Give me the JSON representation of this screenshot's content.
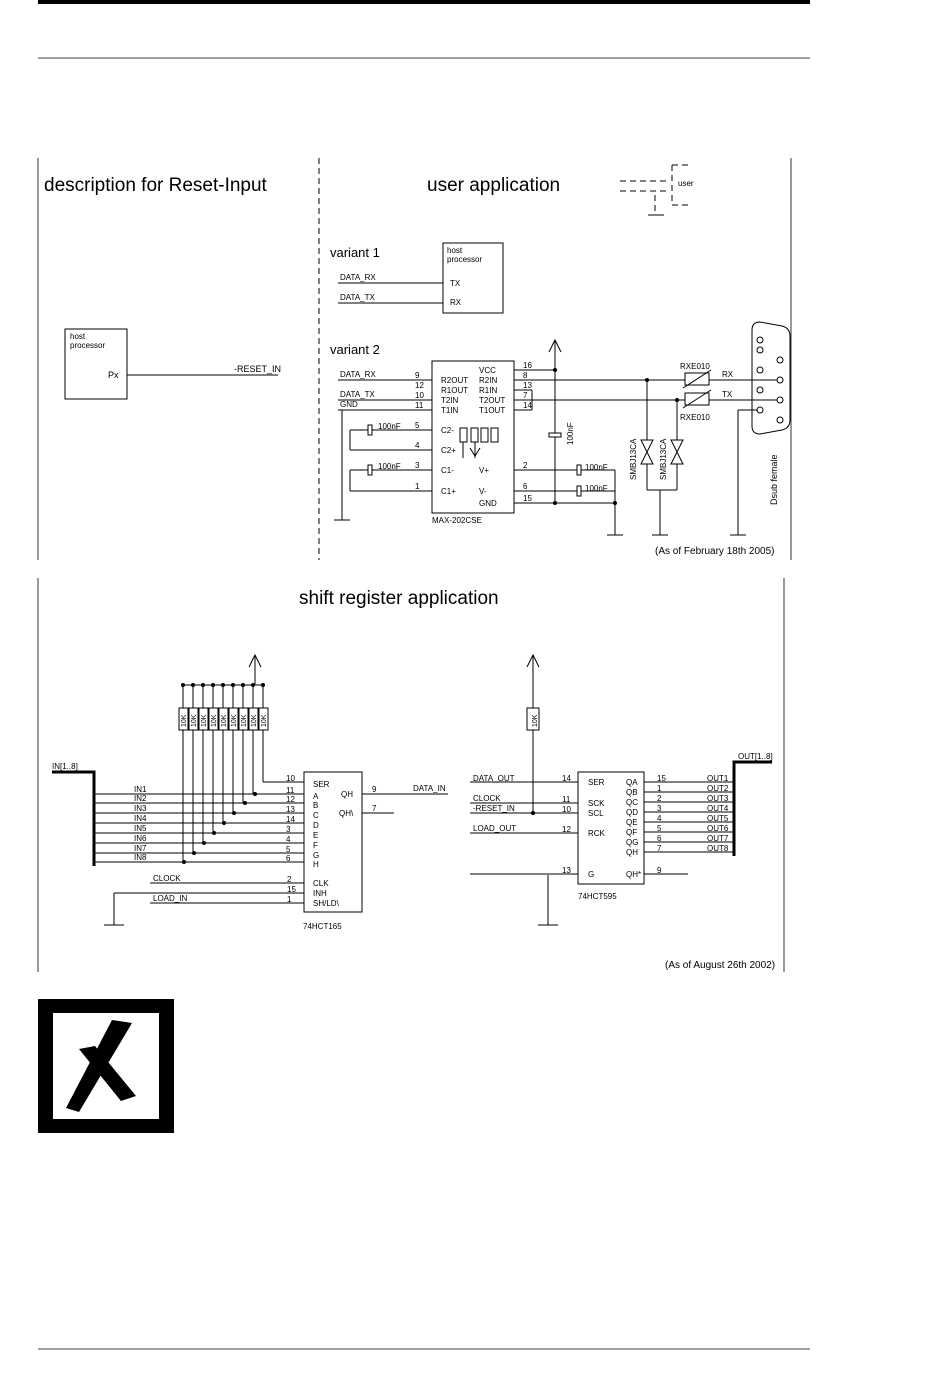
{
  "reset_panel": {
    "title": "description for Reset-Input",
    "host_processor": "host\nprocessor",
    "port": "Px",
    "signal": "-RESET_IN"
  },
  "user_panel": {
    "title": "user application",
    "legend_label": "user",
    "variant1": {
      "heading": "variant 1",
      "host_processor": "host\nprocessor",
      "tx_pin": "TX",
      "rx_pin": "RX",
      "data_rx": "DATA_RX",
      "data_tx": "DATA_TX"
    },
    "variant2": {
      "heading": "variant 2",
      "chip": "MAX-202CSE",
      "data_rx": "DATA_RX",
      "data_tx": "DATA_TX",
      "gnd": "GND",
      "left_pins": [
        {
          "num": "9",
          "name": "R2OUT"
        },
        {
          "num": "12",
          "name": "R1OUT"
        },
        {
          "num": "10",
          "name": "T2IN"
        },
        {
          "num": "11",
          "name": "T1IN"
        },
        {
          "num": "5",
          "name": "C2-"
        },
        {
          "num": "4",
          "name": "C2+"
        },
        {
          "num": "3",
          "name": "C1-"
        },
        {
          "num": "1",
          "name": "C1+"
        }
      ],
      "right_pins": [
        {
          "num": "16",
          "name": "VCC"
        },
        {
          "num": "8",
          "name": "R2IN"
        },
        {
          "num": "13",
          "name": "R1IN"
        },
        {
          "num": "7",
          "name": "T2OUT"
        },
        {
          "num": "14",
          "name": "T1OUT"
        },
        {
          "num": "2",
          "name": "V+"
        },
        {
          "num": "6",
          "name": "V-"
        },
        {
          "num": "15",
          "name": "GND"
        }
      ],
      "cap_100nf": "100nF",
      "rxe_top": "RXE010",
      "rxe_bottom": "RXE010",
      "rx": "RX",
      "tx": "TX",
      "diode1": "SMBJ13CA",
      "diode2": "SMBJ13CA",
      "connector": "Dsub female",
      "date": "(As of February 18th 2005)"
    }
  },
  "shift_panel": {
    "title": "shift register application",
    "bus_in": "IN[1..8]",
    "bus_out": "OUT[1..8]",
    "resistor_label": "10K",
    "inputs": [
      "IN1",
      "IN2",
      "IN3",
      "IN4",
      "IN5",
      "IN6",
      "IN7",
      "IN8"
    ],
    "outputs": [
      "OUT1",
      "OUT2",
      "OUT3",
      "OUT4",
      "OUT5",
      "OUT6",
      "OUT7",
      "OUT8"
    ],
    "chip165": {
      "name": "74HCT165",
      "pins_left": [
        {
          "num": "10",
          "name": "SER"
        },
        {
          "num": "11",
          "name": "A"
        },
        {
          "num": "12",
          "name": "B"
        },
        {
          "num": "13",
          "name": "C"
        },
        {
          "num": "14",
          "name": "D"
        },
        {
          "num": "3",
          "name": "E"
        },
        {
          "num": "4",
          "name": "F"
        },
        {
          "num": "5",
          "name": "G"
        },
        {
          "num": "6",
          "name": "H"
        }
      ],
      "clk_pins": [
        {
          "num": "2",
          "name": "CLK"
        },
        {
          "num": "15",
          "name": "INH"
        },
        {
          "num": "1",
          "name": "SH/LD\\"
        }
      ],
      "qh_num": "9",
      "qh": "QH",
      "qhn_num": "7",
      "qhn": "QH\\",
      "clock": "CLOCK",
      "load_in": "LOAD_IN",
      "data_in": "DATA_IN"
    },
    "chip595": {
      "name": "74HCT595",
      "left": [
        {
          "num": "14",
          "name": "SER"
        },
        {
          "num": "11",
          "name": "SCK"
        },
        {
          "num": "10",
          "name": "SCL"
        },
        {
          "num": "12",
          "name": "RCK"
        },
        {
          "num": "13",
          "name": "G"
        }
      ],
      "right": [
        {
          "num": "15",
          "name": "QA"
        },
        {
          "num": "1",
          "name": "QB"
        },
        {
          "num": "2",
          "name": "QC"
        },
        {
          "num": "3",
          "name": "QD"
        },
        {
          "num": "4",
          "name": "QE"
        },
        {
          "num": "5",
          "name": "QF"
        },
        {
          "num": "6",
          "name": "QG"
        },
        {
          "num": "7",
          "name": "QH"
        },
        {
          "num": "9",
          "name": "QH*"
        }
      ],
      "data_out": "DATA_OUT",
      "clock": "CLOCK",
      "reset_in": "-RESET_IN",
      "load_out": "LOAD_OUT"
    },
    "date": "(As of August 26th 2002)"
  }
}
